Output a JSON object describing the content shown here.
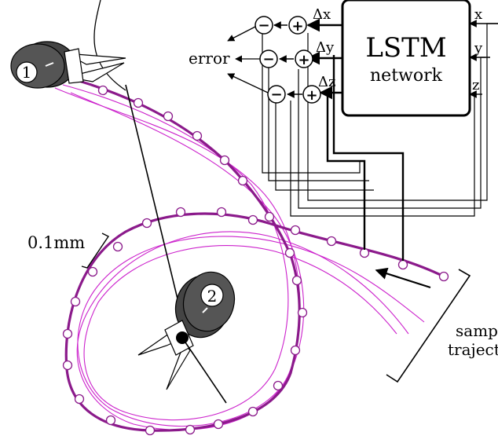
{
  "network": {
    "title": "LSTM",
    "subtitle": "network",
    "inputs": [
      "x",
      "y",
      "z"
    ],
    "outputs": [
      "Δx",
      "Δy",
      "Δz"
    ]
  },
  "operators": {
    "plus": "+",
    "minus": "−"
  },
  "labels": {
    "error": "error",
    "scale": "0.1mm",
    "sample_line1": "sample",
    "sample_line2": "trajectory"
  },
  "instruments": {
    "first": "1",
    "second": "2"
  },
  "colors": {
    "trajectory": "#8B1A8B",
    "thin_trajectory": "#CC22CC",
    "ink": "#000000",
    "instrument_fill": "#444444"
  }
}
